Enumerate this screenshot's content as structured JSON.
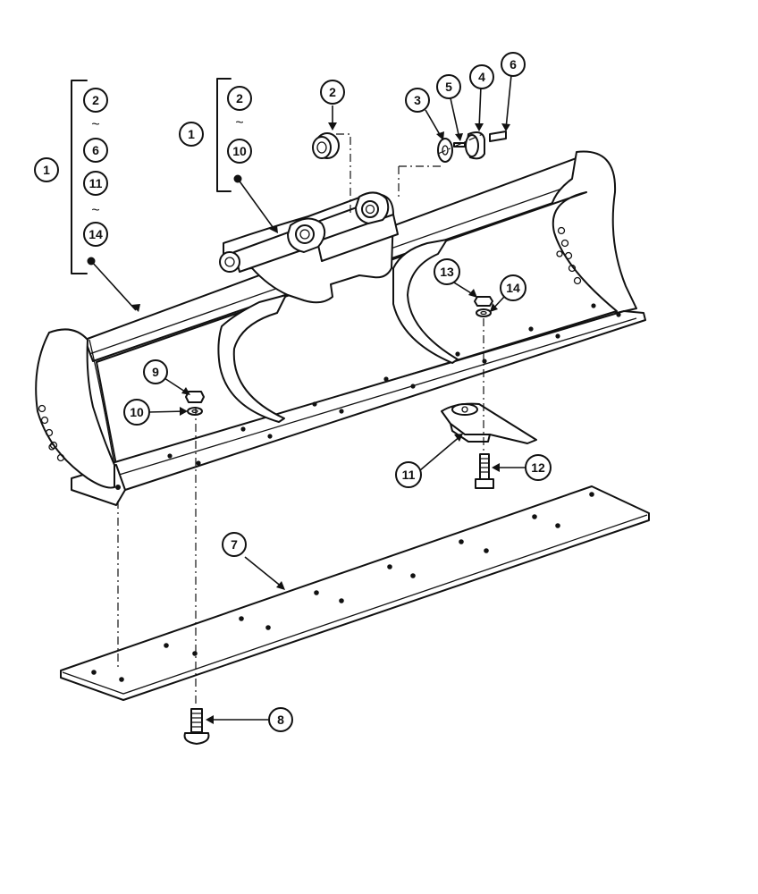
{
  "callouts": {
    "group_left": {
      "range_1": [
        "2",
        "6"
      ],
      "range_2": [
        "11",
        "14"
      ],
      "parent": "1",
      "separator": "~"
    },
    "group_mid": {
      "range": [
        "2",
        "10"
      ],
      "parent": "1",
      "separator": "~"
    },
    "parts": {
      "c2": "2",
      "c3": "3",
      "c5": "5",
      "c4": "4",
      "c6": "6",
      "c13": "13",
      "c14": "14",
      "c9": "9",
      "c10": "10",
      "c11": "11",
      "c12": "12",
      "c7": "7",
      "c8": "8"
    }
  },
  "icons": {
    "bucket": "loader-bucket-icon",
    "cutting_edge": "cutting-edge-blade-icon",
    "tooth": "bucket-tooth-icon",
    "bolt": "bolt-icon",
    "nut": "nut-icon",
    "washer": "washer-icon",
    "bushing": "bushing-icon"
  },
  "colors": {
    "ink": "#111111",
    "paper": "#ffffff"
  }
}
